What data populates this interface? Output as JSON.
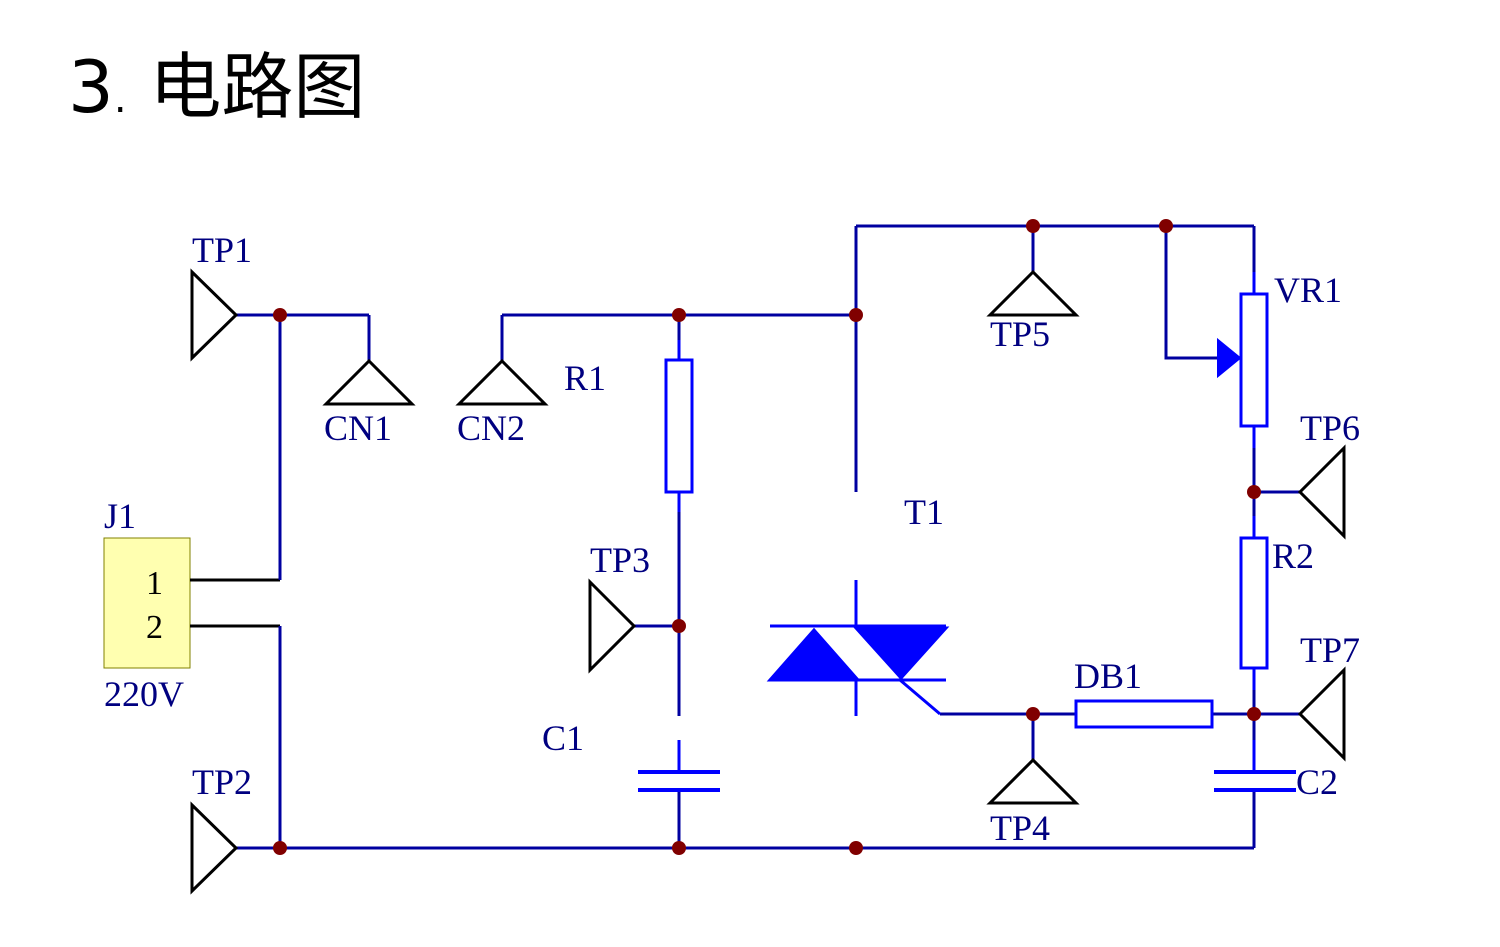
{
  "title": {
    "number": "3",
    "sep": ".",
    "text": "电路图"
  },
  "colors": {
    "wire": "#0000A0",
    "component": "#0000FF",
    "junction": "#800000",
    "connector_fill": "#FFFFB0",
    "label": "#000080",
    "pin_text": "#000000"
  },
  "labels": {
    "tp1": "TP1",
    "tp2": "TP2",
    "tp3": "TP3",
    "tp4": "TP4",
    "tp5": "TP5",
    "tp6": "TP6",
    "tp7": "TP7",
    "cn1": "CN1",
    "cn2": "CN2",
    "r1": "R1",
    "r2": "R2",
    "vr1": "VR1",
    "c1": "C1",
    "c2": "C2",
    "t1": "T1",
    "db1": "DB1",
    "j1": "J1",
    "j1_value": "220V",
    "j1_pin1": "1",
    "j1_pin2": "2"
  }
}
